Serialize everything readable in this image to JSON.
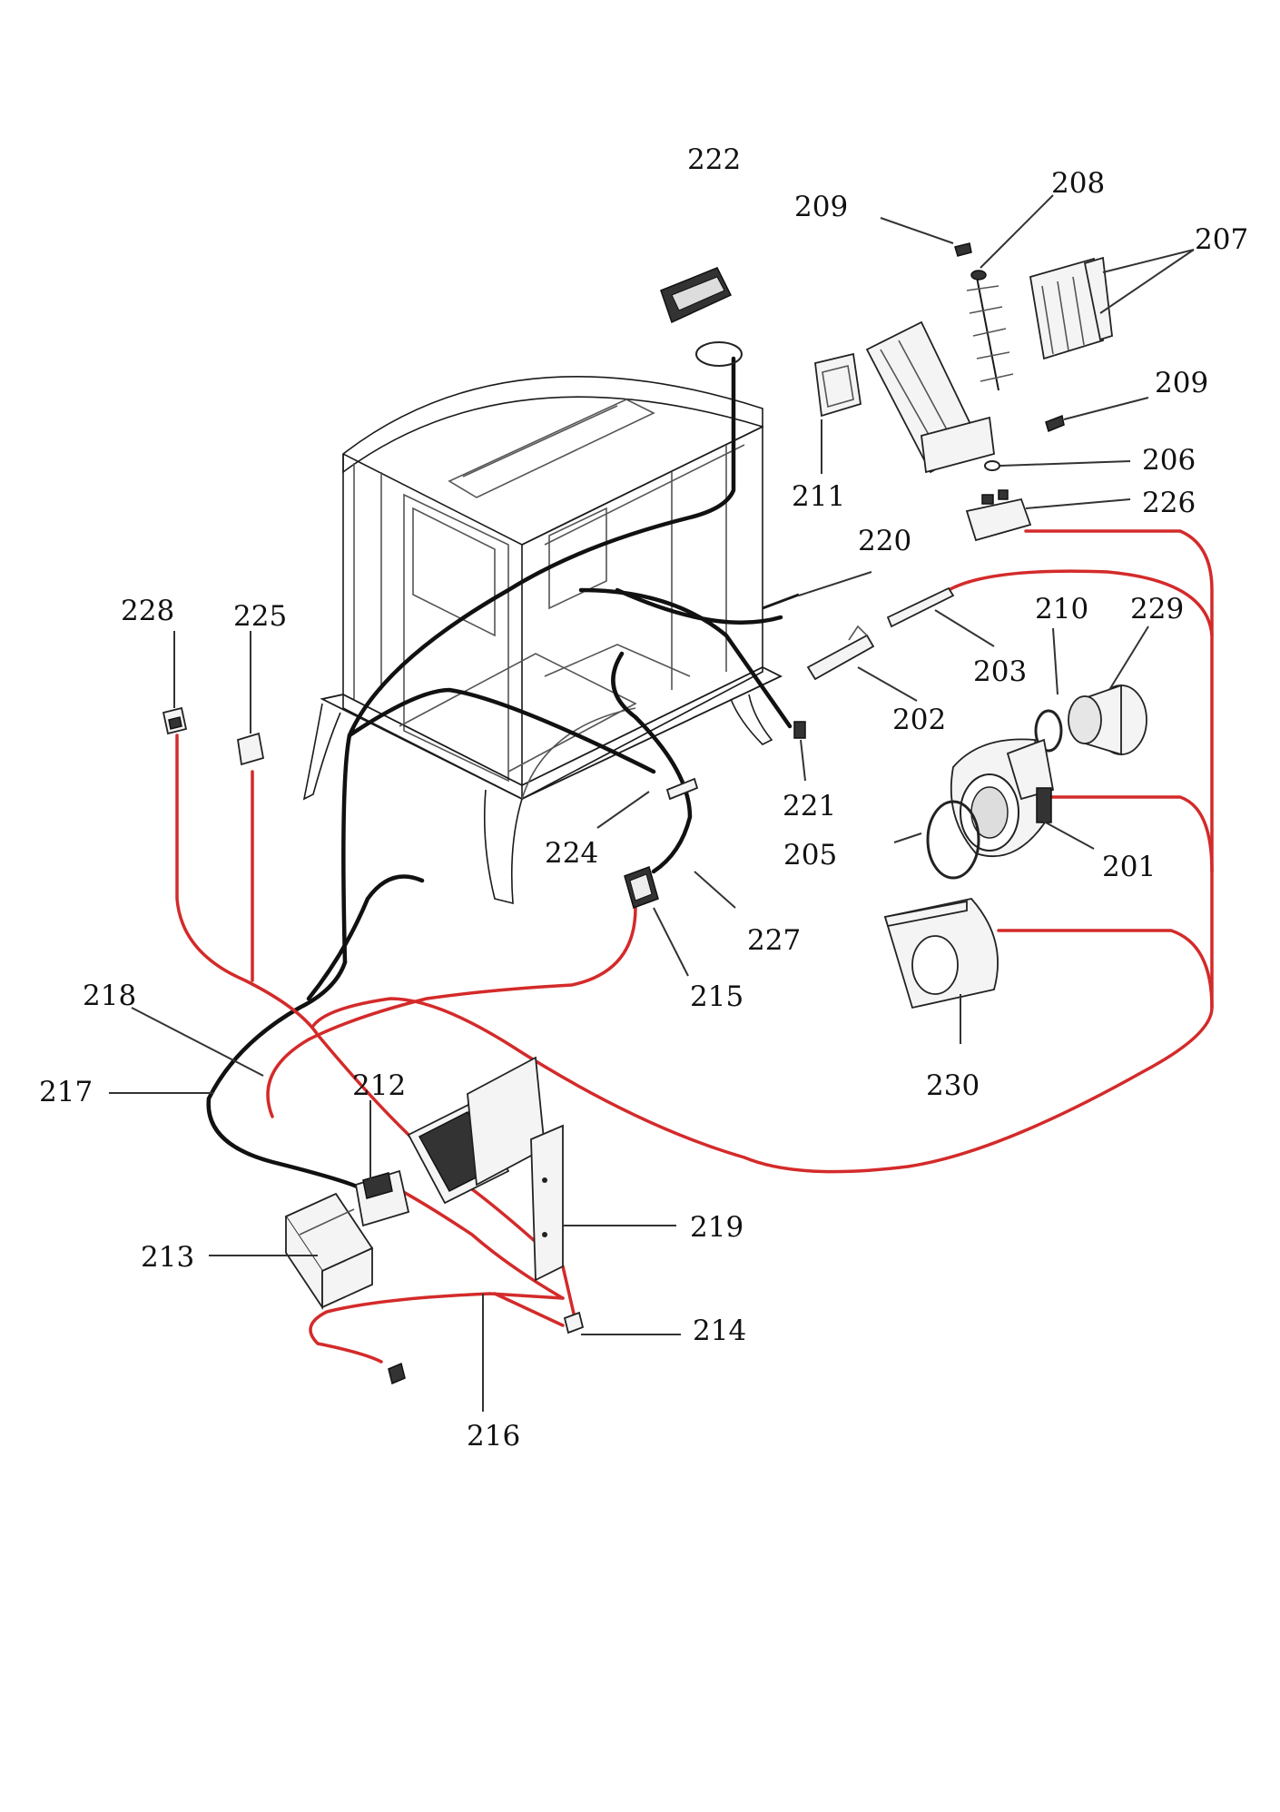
{
  "colors": {
    "wire_black": "#111111",
    "wire_red": "#d42a2a",
    "outline": "#1a1a1a"
  },
  "parts": {
    "p201": "201",
    "p202": "202",
    "p203": "203",
    "p205": "205",
    "p206": "206",
    "p207": "207",
    "p208": "208",
    "p209a": "209",
    "p209b": "209",
    "p210": "210",
    "p211": "211",
    "p212": "212",
    "p213": "213",
    "p214": "214",
    "p215": "215",
    "p216": "216",
    "p217": "217",
    "p218": "218",
    "p219": "219",
    "p220": "220",
    "p221": "221",
    "p222": "222",
    "p224": "224",
    "p225": "225",
    "p226": "226",
    "p227": "227",
    "p228": "228",
    "p229": "229",
    "p230": "230"
  }
}
